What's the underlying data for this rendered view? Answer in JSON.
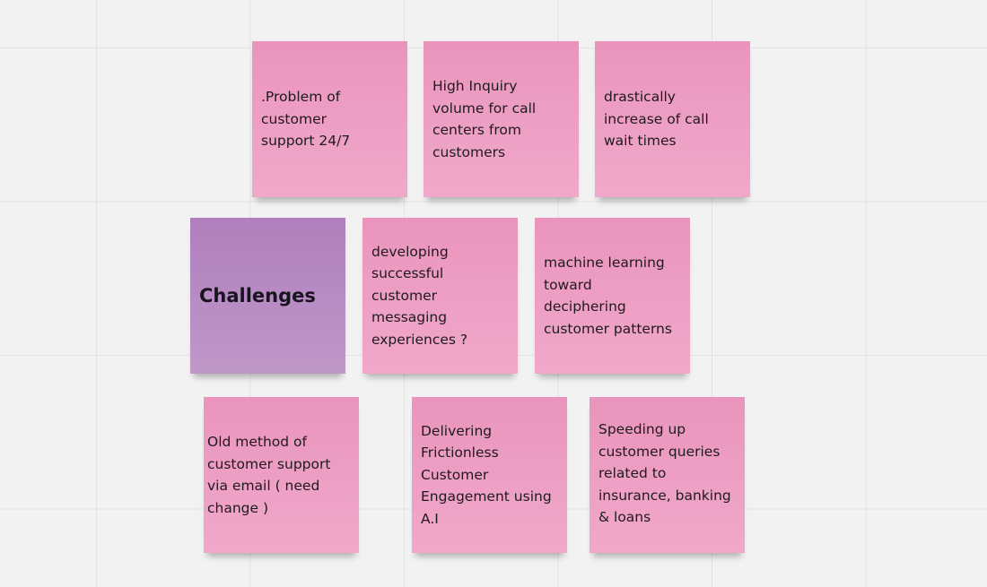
{
  "board": {
    "notes": [
      {
        "id": "problem-24-7",
        "text": ".Problem of\ncustomer\nsupport 24/7",
        "color": "#ea94bd"
      },
      {
        "id": "high-inquiry-volume",
        "text": "High Inquiry\nvolume for call\ncenters from\ncustomers",
        "color": "#ea94bd"
      },
      {
        "id": "wait-times",
        "text": "drastically\nincrease of call\nwait times",
        "color": "#ea94bd"
      },
      {
        "id": "challenges-title",
        "text": "Challenges",
        "color": "#b07fbd"
      },
      {
        "id": "messaging-experiences",
        "text": "developing\nsuccessful\ncustomer\nmessaging\nexperiences ?",
        "color": "#ea94bd"
      },
      {
        "id": "machine-learning",
        "text": "machine learning\ntoward\ndeciphering\ncustomer patterns",
        "color": "#ea94bd"
      },
      {
        "id": "email-support",
        "text": "Old method of\ncustomer support\nvia email ( need\nchange )",
        "color": "#ea94bd"
      },
      {
        "id": "frictionless-engagement",
        "text": "Delivering\nFrictionless\nCustomer\nEngagement using\nA.I",
        "color": "#ea94bd"
      },
      {
        "id": "speeding-queries",
        "text": "Speeding up\ncustomer queries\nrelated to\ninsurance, banking\n& loans",
        "color": "#ea94bd"
      }
    ]
  }
}
